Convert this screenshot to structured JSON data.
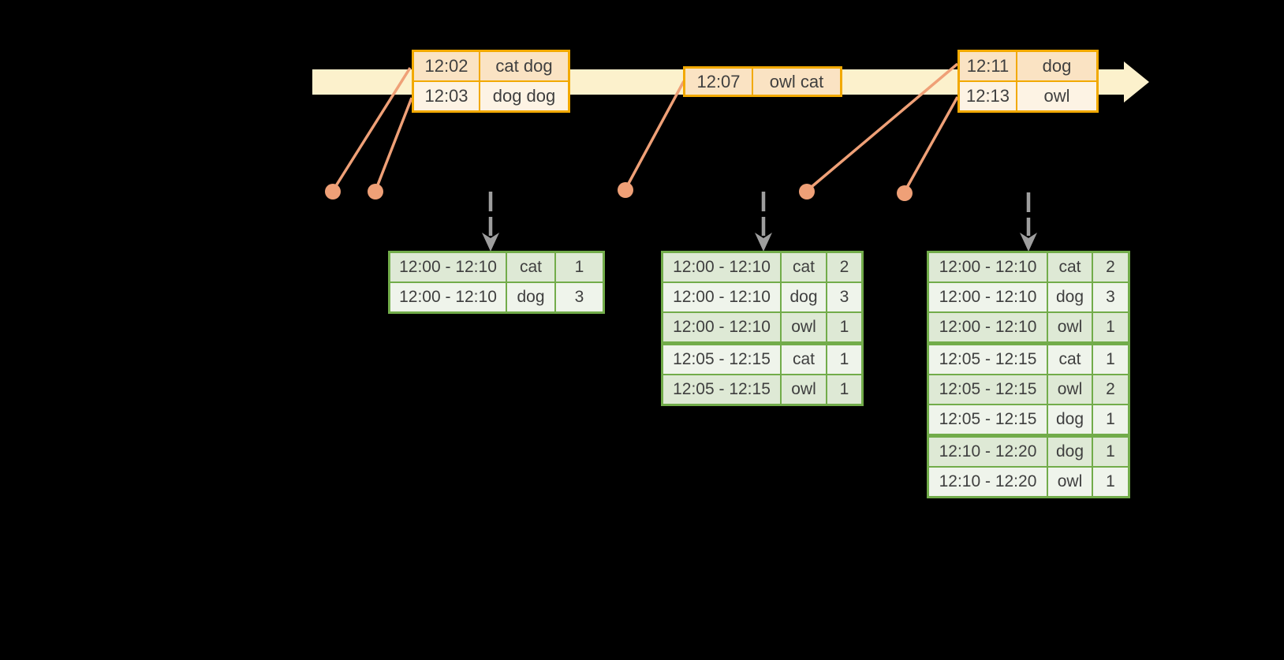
{
  "colors": {
    "background": "#000000",
    "timeline_fill": "#FCF1CC",
    "event_border": "#F2A900",
    "event_row_fill_dark": "#FAE3C3",
    "event_row_fill_light": "#FDF3E4",
    "connector_salmon": "#EFA077",
    "result_border": "#72AC4A",
    "result_row_fill_dark": "#DEE9D5",
    "result_row_fill_light": "#EFF4EB",
    "trigger_arrow_gray": "#9E9E9E",
    "text": "#3F3F3F"
  },
  "event_tables": [
    {
      "rows": [
        {
          "time": "12:02",
          "words": "cat dog"
        },
        {
          "time": "12:03",
          "words": "dog dog"
        }
      ]
    },
    {
      "rows": [
        {
          "time": "12:07",
          "words": "owl cat"
        }
      ]
    },
    {
      "rows": [
        {
          "time": "12:11",
          "words": "dog"
        },
        {
          "time": "12:13",
          "words": "owl"
        }
      ]
    }
  ],
  "result_tables": [
    {
      "rows": [
        {
          "window": "12:00 - 12:10",
          "word": "cat",
          "count": "1"
        },
        {
          "window": "12:00 - 12:10",
          "word": "dog",
          "count": "3"
        }
      ]
    },
    {
      "rows": [
        {
          "window": "12:00 - 12:10",
          "word": "cat",
          "count": "2"
        },
        {
          "window": "12:00 - 12:10",
          "word": "dog",
          "count": "3"
        },
        {
          "window": "12:00 - 12:10",
          "word": "owl",
          "count": "1"
        },
        {
          "window": "12:05 - 12:15",
          "word": "cat",
          "count": "1"
        },
        {
          "window": "12:05 - 12:15",
          "word": "owl",
          "count": "1"
        }
      ]
    },
    {
      "rows": [
        {
          "window": "12:00 - 12:10",
          "word": "cat",
          "count": "2"
        },
        {
          "window": "12:00 - 12:10",
          "word": "dog",
          "count": "3"
        },
        {
          "window": "12:00 - 12:10",
          "word": "owl",
          "count": "1"
        },
        {
          "window": "12:05 - 12:15",
          "word": "cat",
          "count": "1"
        },
        {
          "window": "12:05 - 12:15",
          "word": "owl",
          "count": "2"
        },
        {
          "window": "12:05 - 12:15",
          "word": "dog",
          "count": "1"
        },
        {
          "window": "12:10 - 12:20",
          "word": "dog",
          "count": "1"
        },
        {
          "window": "12:10 - 12:20",
          "word": "owl",
          "count": "1"
        }
      ]
    }
  ]
}
